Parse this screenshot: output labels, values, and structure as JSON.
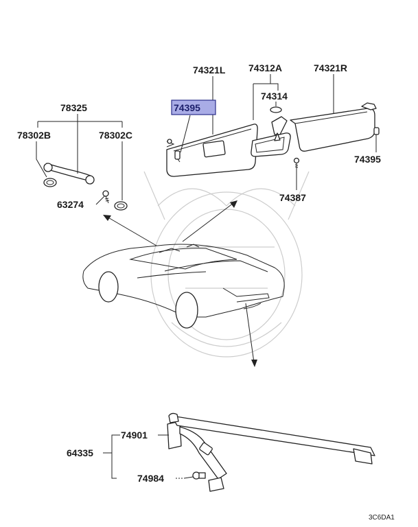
{
  "diagram": {
    "part_labels": {
      "p74321L": "74321L",
      "p74312A": "74312A",
      "p74321R": "74321R",
      "p74395_top": "74395",
      "p74314": "74314",
      "p74395_right": "74395",
      "p74387": "74387",
      "p78325": "78325",
      "p78302B": "78302B",
      "p78302C": "78302C",
      "p63274": "63274",
      "p74901": "74901",
      "p64335": "64335",
      "p74984": "74984"
    },
    "highlight_color": "#a9ace6",
    "figure_code": "3C6DA1"
  }
}
